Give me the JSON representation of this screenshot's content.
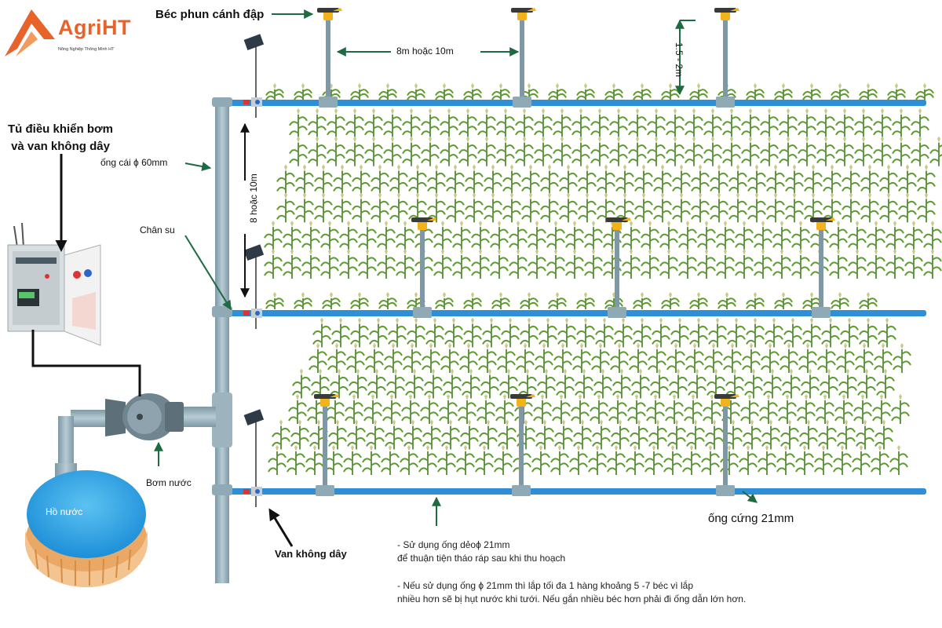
{
  "brand": {
    "name": "AgriHT",
    "tagline": "Nông Nghiệp Thông Minh HT",
    "accent_color": "#e8632a"
  },
  "labels": {
    "sprinkler": "Béc phun cánh đập",
    "spacing_horizontal": "8m hoặc 10m",
    "height": "1.5 - 2m",
    "controller": "Tủ điều khiển bơm\nvà van không dây",
    "main_pipe": "ống cái ϕ 60mm",
    "row_spacing": "8 hoặc 10m",
    "rubber_foot": "Chân su",
    "pump": "Bơm nước",
    "pond": "Hồ nước",
    "wireless_valve": "Van không dây",
    "rigid_pipe": "ống cứng 21mm"
  },
  "notes": {
    "note1_line1": "- Sử dụng ống dẻoϕ 21mm",
    "note1_line2": "để thuận tiện tháo ráp sau khi thu hoạch",
    "note2_line1": "- Nếu sử dụng ống ϕ 21mm thì lắp tối đa 1 hàng khoảng 5 -7 béc vì lắp",
    "note2_line2": "nhiều hơn sẽ bị hụt nước khi tưới. Nếu gắn nhiều béc hơn phải đi ống dẫn lớn hơn."
  },
  "colors": {
    "pipe_blue": "#2e8fd6",
    "main_pipe_gray": "#8fa9b5",
    "pond_blue": "#3aa8e6",
    "corn_green": "#4f8a2b",
    "sprinkler_yellow": "#f2b31a",
    "arrow_green": "#1e6b42"
  }
}
